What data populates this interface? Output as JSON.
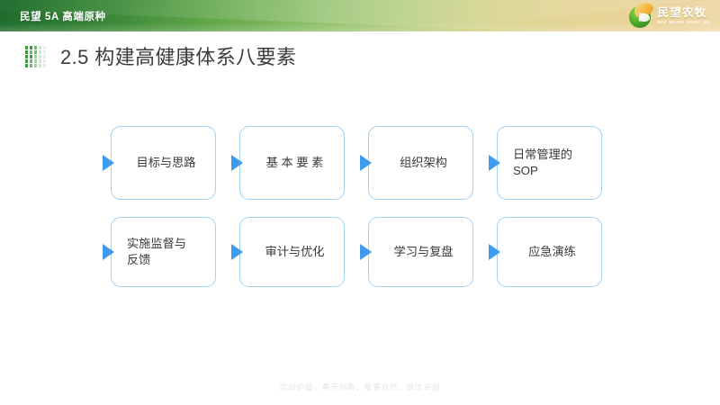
{
  "banner": {
    "title": "民望 5A 高端原种",
    "brand_cn": "民望农牧",
    "brand_en": "MIN WANG NONG MU",
    "gradient_start": "#1f6b2e",
    "gradient_mid": "#8ec06a",
    "gradient_end": "#eed9a6"
  },
  "heading": {
    "text": "2.5 构建高健康体系八要素",
    "dot_color": "#3f9a40"
  },
  "steps": {
    "box_border_color": "#9fd2f5",
    "arrow_color": "#3d9bf0",
    "items": [
      {
        "label": "目标与思路",
        "align": "center",
        "tracked": false
      },
      {
        "label": "基 本 要 素",
        "align": "center",
        "tracked": false
      },
      {
        "label": "组织架构",
        "align": "center",
        "tracked": false
      },
      {
        "label": "日常管理的\nSOP",
        "align": "left",
        "tracked": false
      },
      {
        "label": "实施监督与\n反馈",
        "align": "left",
        "tracked": false
      },
      {
        "label": "审计与优化",
        "align": "center",
        "tracked": false
      },
      {
        "label": "学习与复盘",
        "align": "center",
        "tracked": false
      },
      {
        "label": "应急演练",
        "align": "center",
        "tracked": false
      }
    ]
  },
  "footer": {
    "slogan": "崇尚价值、勇于创新、敬畏自然、诚信卓越"
  }
}
